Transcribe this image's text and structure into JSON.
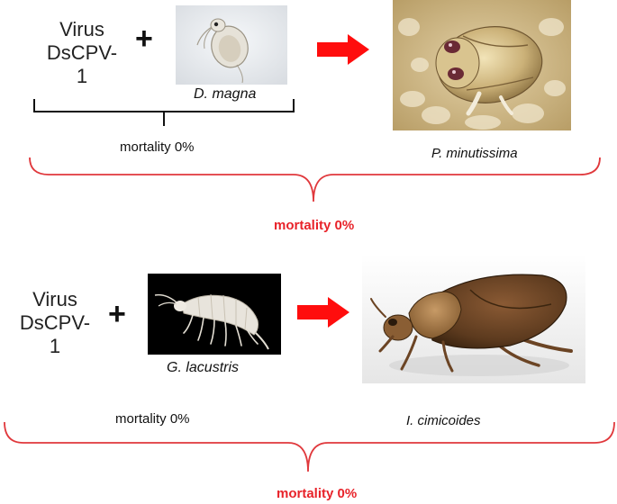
{
  "colors": {
    "arrow": "#ff0d0d",
    "red_text": "#e8232a",
    "brace_black": "#111111",
    "brace_red": "#e0383c"
  },
  "panel_top": {
    "virus_line1": "Virus",
    "virus_line2": "DsCPV-1",
    "plus": "+",
    "host_label": "D. magna",
    "host_mortality": "mortality 0%",
    "predator_label": "P. minutissima",
    "combined_mortality": "mortality 0%"
  },
  "panel_bottom": {
    "virus_line1": "Virus",
    "virus_line2": "DsCPV-1",
    "plus": "+",
    "host_label": "G. lacustris",
    "host_mortality": "mortality 0%",
    "predator_label": "I. cimicoides",
    "combined_mortality": "mortality 0%"
  }
}
